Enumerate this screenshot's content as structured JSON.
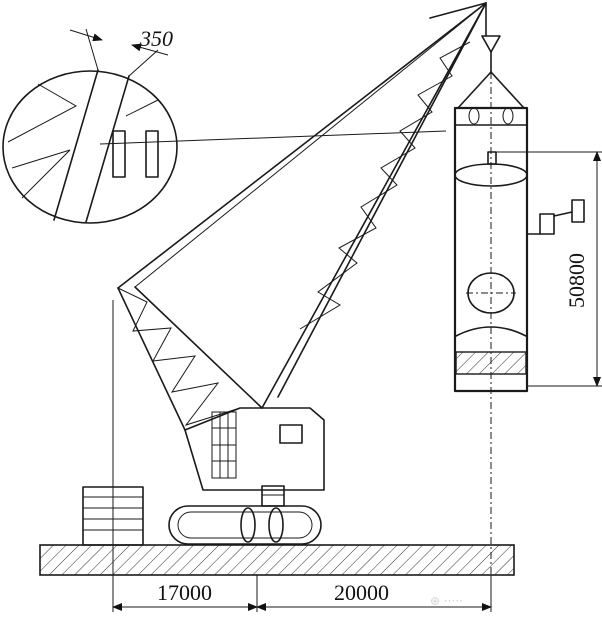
{
  "diagram": {
    "dimensions": {
      "detail_width": "350",
      "vessel_height": "50800",
      "counterweight_to_center": "17000",
      "center_to_lift": "20000"
    },
    "watermark": "⊕ ·····"
  }
}
